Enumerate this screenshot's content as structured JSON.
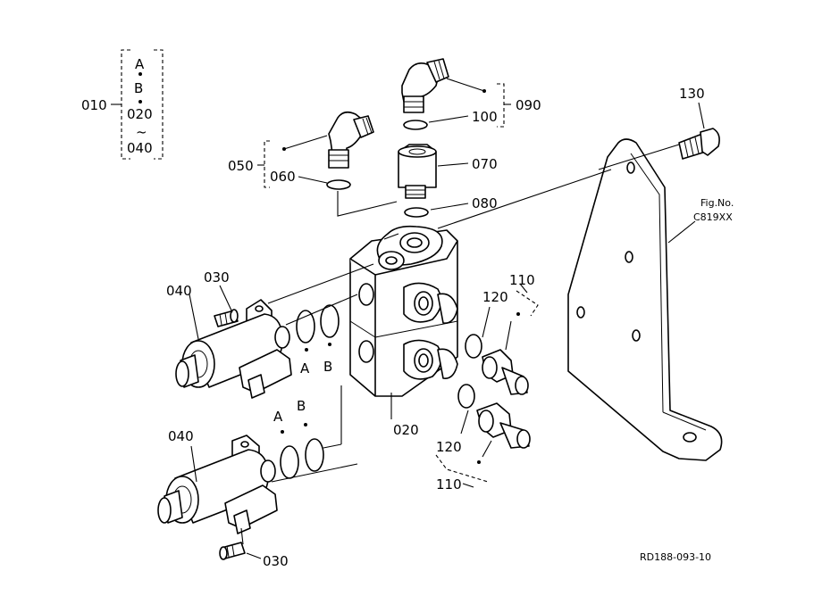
{
  "labels": {
    "p010": "010",
    "a1": "A",
    "b1": "B",
    "p020_top": "020",
    "tilde": "~",
    "p040_top": "040",
    "p050": "050",
    "p060": "060",
    "p070": "070",
    "p080": "080",
    "p090": "090",
    "p100": "100",
    "p130": "130",
    "fig_no": "Fig.No.",
    "fig_code": "C819XX",
    "p110_top": "110",
    "p120_top": "120",
    "p030_top": "030",
    "p040_mid": "040",
    "a_mid": "A",
    "b_mid": "B",
    "p020": "020",
    "a_low": "A",
    "b_low": "B",
    "p040_low": "040",
    "p120_low": "120",
    "p110_low": "110",
    "p030_low": "030",
    "drawing_ref": "RD188-093-10"
  }
}
